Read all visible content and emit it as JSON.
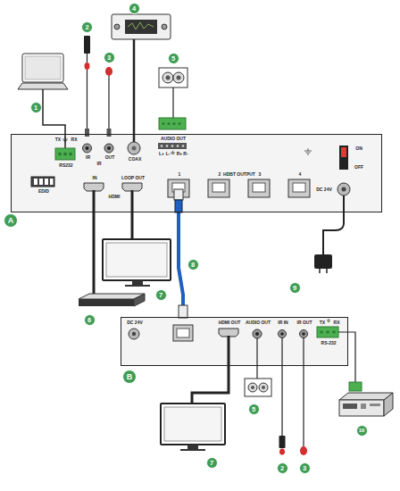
{
  "diagram": {
    "nodes": [
      {
        "text": [
          "TX",
          "RX",
          "RS232",
          "IR",
          "OUT",
          "IR",
          "COAX",
          "EDID",
          "AUDIO OUT",
          "L+",
          "L-",
          "R+",
          "R-",
          "IN",
          "LOOP OUT",
          "HDMI",
          "1",
          "2",
          "HDBT OUTPUT",
          "3",
          "4",
          "ON",
          "OFF",
          "DC 24V"
        ]
      },
      {
        "text": [
          "DC 24V",
          "HDMI OUT",
          "AUDIO OUT",
          "IR IN",
          "IR OUT",
          "TX",
          "RX",
          "RS-232"
        ]
      }
    ],
    "edges": [
      {
        "from": 0,
        "to": 1,
        "arrow": "none"
      }
    ],
    "labels": [
      "1",
      "2",
      "3",
      "4",
      "5",
      "6",
      "7",
      "8",
      "9",
      "A",
      "B",
      "5",
      "7",
      "2",
      "3",
      "10"
    ]
  }
}
